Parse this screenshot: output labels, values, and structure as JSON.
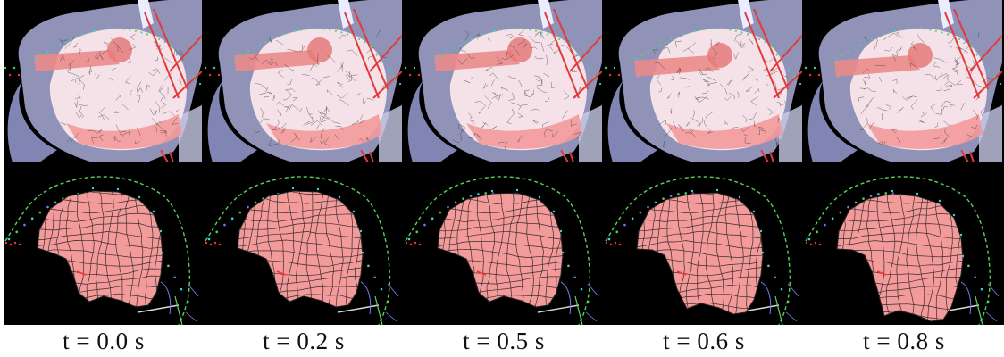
{
  "figure": {
    "frames": [
      {
        "time_label": "t = 0.0 s"
      },
      {
        "time_label": "t = 0.2 s"
      },
      {
        "time_label": "t = 0.5 s"
      },
      {
        "time_label": "t = 0.6 s"
      },
      {
        "time_label": "t = 0.8 s"
      }
    ],
    "colors": {
      "background": "#000000",
      "tissue_pink": "#f39a9a",
      "tissue_light": "#fde9ec",
      "bone_lavender": "#a9acd8",
      "muscle_red": "#e23a3a",
      "mesh_line": "#1a1a1a",
      "marker_cyan": "#36d3d3",
      "marker_green": "#5ad25a",
      "marker_red": "#ff3030"
    }
  }
}
